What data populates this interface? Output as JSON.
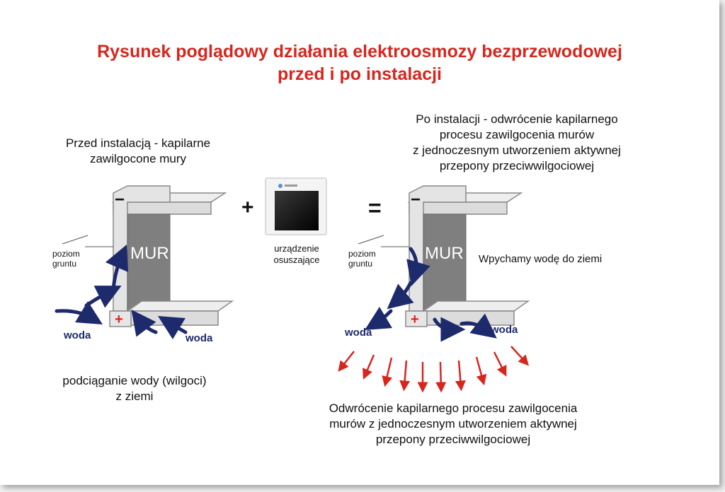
{
  "title": {
    "line1": "Rysunek poglądowy działania elektroosmozy bezprzewodowej",
    "line2": "przed i po instalacji"
  },
  "before": {
    "caption_line1": "Przed instalacją - kapilarne",
    "caption_line2": "zawilgocone mury",
    "ground_label_line1": "poziom",
    "ground_label_line2": "gruntu",
    "wall_label": "MUR",
    "water_left": "woda",
    "water_right": "woda",
    "bottom_line1": "podciąganie wody (wilgoci)",
    "bottom_line2": "z ziemi",
    "minus": "−",
    "plus": "+"
  },
  "device": {
    "label_line1": "urządzenie",
    "label_line2": "osuszające",
    "plus_sign": "+",
    "equals_sign": "="
  },
  "after": {
    "caption_line1": "Po instalacji - odwrócenie kapilarnego",
    "caption_line2": "procesu zawilgocenia murów",
    "caption_line3": "z jednoczesnym utworzeniem aktywnej",
    "caption_line4": "przepony przeciwwilgociowej",
    "ground_label_line1": "poziom",
    "ground_label_line2": "gruntu",
    "wall_label": "MUR",
    "push_text": "Wpychamy wodę do ziemi",
    "water_left": "woda",
    "water_right": "woda",
    "bottom_line1": "Odwrócenie kapilarnego procesu zawilgocenia",
    "bottom_line2": "murów z jednoczesnym utworzeniem aktywnej",
    "bottom_line3": "przepony przeciwwilgociowej",
    "minus": "−",
    "plus": "+"
  },
  "colors": {
    "title": "#d7261e",
    "wall": "#7f7f7f",
    "wall_face": "#d6d6d6",
    "water_arrow": "#1d2a6b",
    "field_arrow": "#d7261e"
  }
}
